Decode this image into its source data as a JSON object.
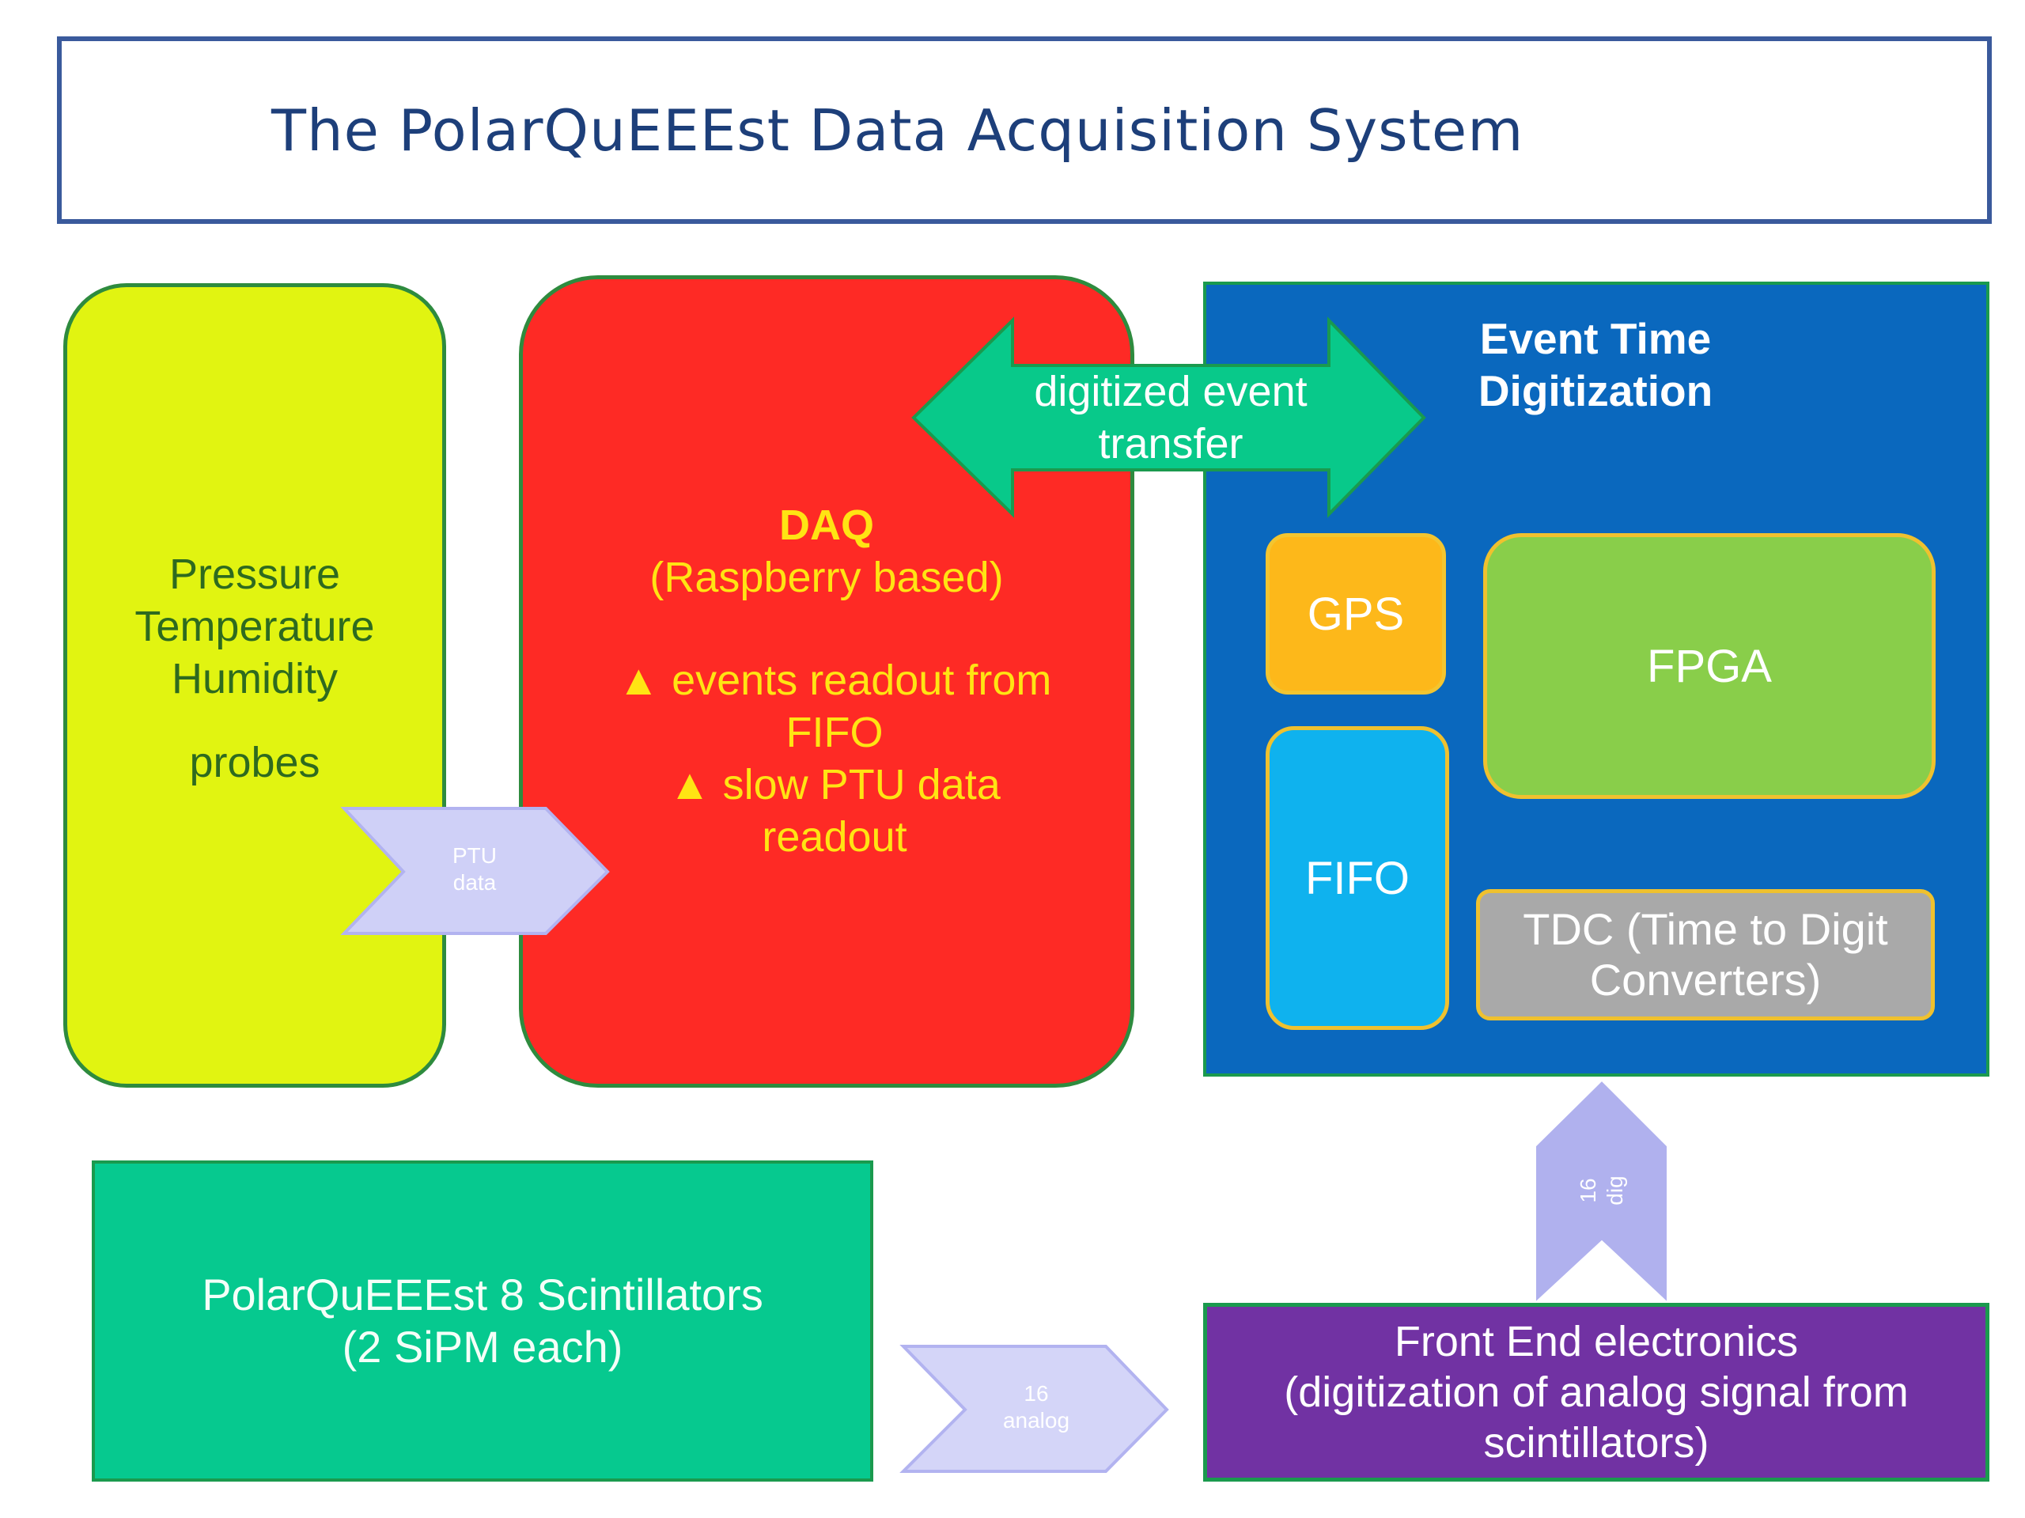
{
  "title": "The PolarQuEEEst Data Acquisition System",
  "probes": {
    "lines": [
      "Pressure",
      "Temperature",
      "Humidity"
    ],
    "probes_label": "probes"
  },
  "daq": {
    "title": "DAQ",
    "subtitle": "(Raspberry based)",
    "bullet1": "▲ events readout from FIFO",
    "bullet2": "▲ slow PTU data readout"
  },
  "transfer_arrow": {
    "label": "digitized event transfer",
    "color": "#08c98a"
  },
  "event_time_digitization": {
    "title": "Event Time Digitization",
    "gps": "GPS",
    "fpga": "FPGA",
    "fifo": "FIFO",
    "tdc": "TDC (Time to Digit Converters)"
  },
  "ptu_arrow": {
    "line1": "PTU",
    "line2": "data"
  },
  "analog_arrow": {
    "line1": "16",
    "line2": "analog"
  },
  "dig_arrow": {
    "line1": "16",
    "line2": "dig"
  },
  "scintillators": {
    "line1": "PolarQuEEEst 8 Scintillators",
    "line2": "(2 SiPM each)"
  },
  "front_end": {
    "line1": "Front End electronics",
    "line2": "(digitization of analog signal from",
    "line3": "scintillators)"
  }
}
